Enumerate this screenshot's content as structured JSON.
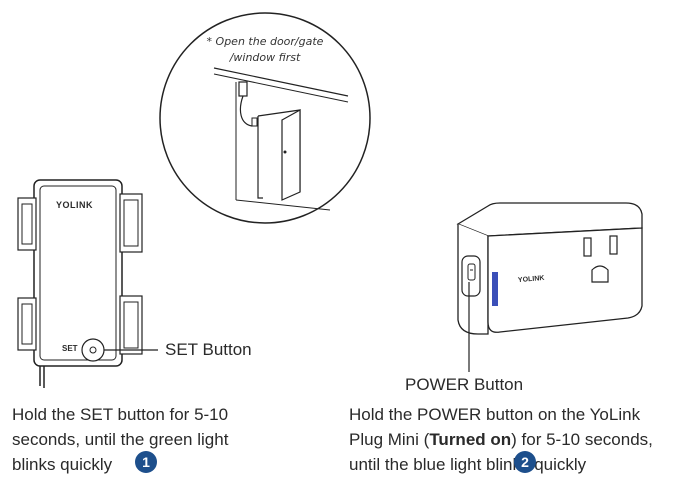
{
  "door_note": {
    "line1": "* Open the door/gate",
    "line2": "/window first"
  },
  "device_left": {
    "brand": "YOLINK",
    "set_label": "SET"
  },
  "device_right": {
    "brand": "YOLINK"
  },
  "callouts": {
    "set_button": "SET Button",
    "power_button": "POWER Button"
  },
  "step1": {
    "line1": "Hold the SET button for 5-10",
    "line2": "seconds, until the green light",
    "line3": "blinks quickly",
    "number": "1"
  },
  "step2": {
    "line1": "Hold the POWER button on the YoLink",
    "line2_prefix": "Plug Mini (",
    "line2_bold": "Turned on",
    "line2_suffix": ") for 5-10 seconds,",
    "line3": "until the blue light blinks quickly",
    "number": "2"
  },
  "colors": {
    "badge": "#1d4f8c",
    "led_blue": "#3b4fb8",
    "line": "#222222"
  }
}
